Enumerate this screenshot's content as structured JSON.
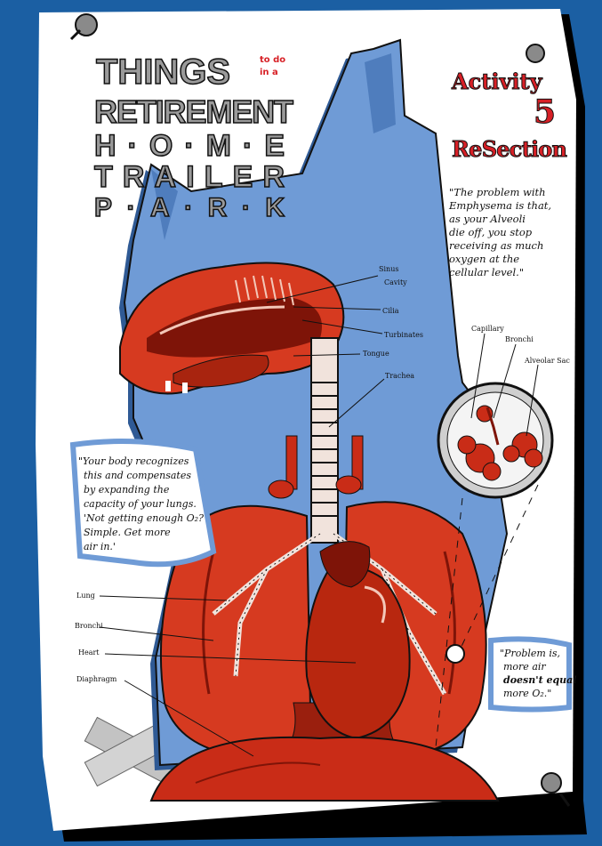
{
  "title": {
    "word1": "THINGS",
    "small": [
      "to do",
      "in a"
    ],
    "word2": "RETIREMENT",
    "word3": "H·O·M·E",
    "word4": "TRAILER",
    "word5": "P·A·R·K"
  },
  "activity": {
    "label": "Activity",
    "number": "5",
    "name": "ReSection"
  },
  "quotes": {
    "top": [
      "\"The problem with",
      "Emphysema is that,",
      "as your Alveoli",
      "die off, you stop",
      "receiving as much",
      "oxygen at the",
      "cellular level.\""
    ],
    "left": [
      "\"Your body recognizes",
      "this and compensates",
      "by expanding the",
      "capacity of your lungs.",
      "'Not getting enough O₂?",
      "Simple. Get more",
      "air in.'"
    ],
    "bottom": [
      "\"Problem is,",
      "more air",
      "doesn't equal",
      "more O₂.\""
    ]
  },
  "labels": {
    "sinus": [
      "Sinus",
      "Cavity"
    ],
    "cilia": "Cilia",
    "turbinates": "Turbinates",
    "tongue": "Tongue",
    "trachea": "Trachea",
    "capillary": "Capillary",
    "bronchi_top": "Bronchi",
    "alveolar": "Alveolar Sac",
    "lung": "Lung",
    "bronchi": "Bronchi",
    "heart": "Heart",
    "diaphragm": "Diaphragm"
  },
  "colors": {
    "background": "#1b5fa3",
    "paper": "#ffffff",
    "silhouette": "#6f9bd6",
    "organ": "#d63a20",
    "organ_dark": "#7e1408",
    "title_gray": "#9a9a9a",
    "activity_red": "#d72026"
  }
}
